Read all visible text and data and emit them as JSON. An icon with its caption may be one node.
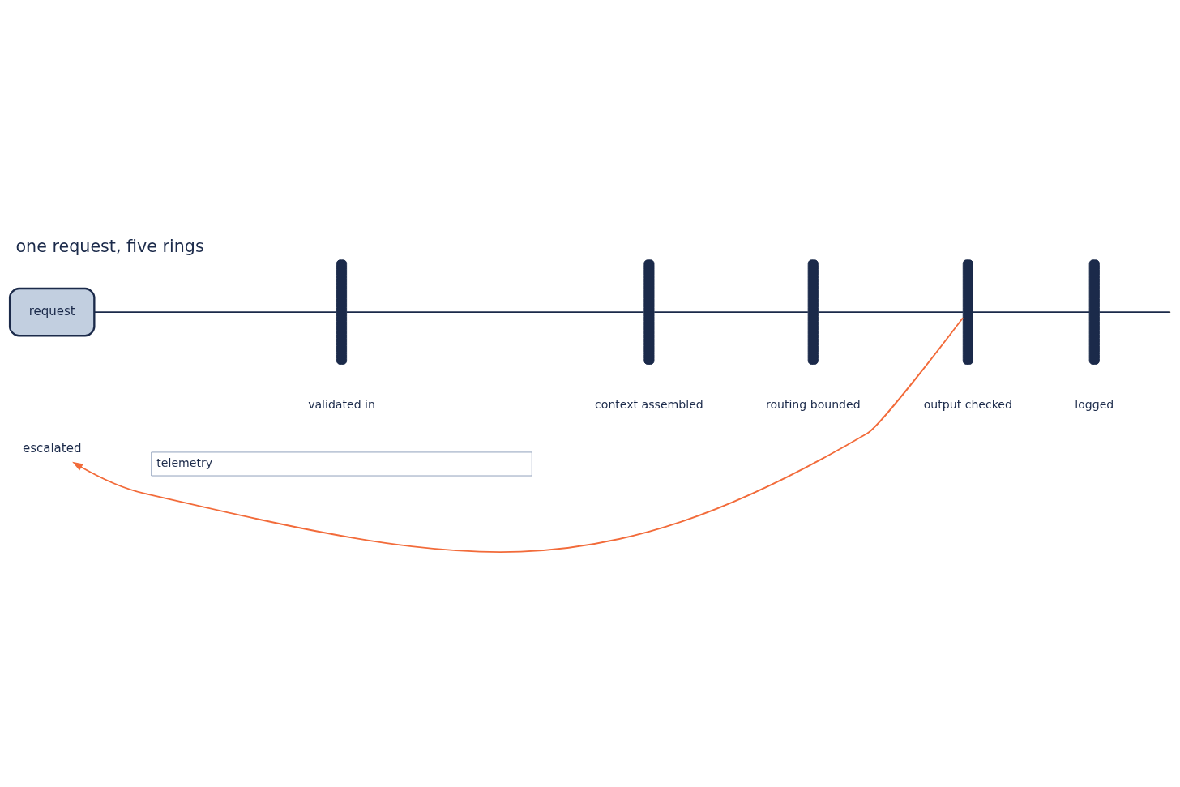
{
  "diagram": {
    "title": "one request, five rings",
    "nodes": [
      {
        "text": [
          "request"
        ]
      },
      {
        "text": [],
        "shape": "bar",
        "beside": [
          "validated in"
        ]
      },
      {
        "text": [],
        "shape": "bar",
        "beside": [
          "context assembled"
        ]
      },
      {
        "text": [],
        "shape": "bar",
        "beside": [
          "routing bounded"
        ]
      },
      {
        "text": [],
        "shape": "bar",
        "beside": [
          "output checked"
        ]
      },
      {
        "text": [],
        "shape": "bar",
        "beside": [
          "logged"
        ]
      },
      {
        "text": [
          "escalated"
        ]
      }
    ],
    "edges": [
      {
        "from": 0,
        "to": 1,
        "arrow": "none"
      },
      {
        "from": 1,
        "to": 2,
        "arrow": "none"
      },
      {
        "from": 2,
        "to": 3,
        "arrow": "none"
      },
      {
        "from": 3,
        "to": 4,
        "arrow": "none"
      },
      {
        "from": 4,
        "to": 5,
        "arrow": "none"
      },
      {
        "from": 5,
        "to": null,
        "arrow": "none"
      },
      {
        "from": 4,
        "to": 6,
        "arrow": "to",
        "color": "#f26b3a"
      }
    ],
    "labels": [
      "telemetry"
    ]
  }
}
